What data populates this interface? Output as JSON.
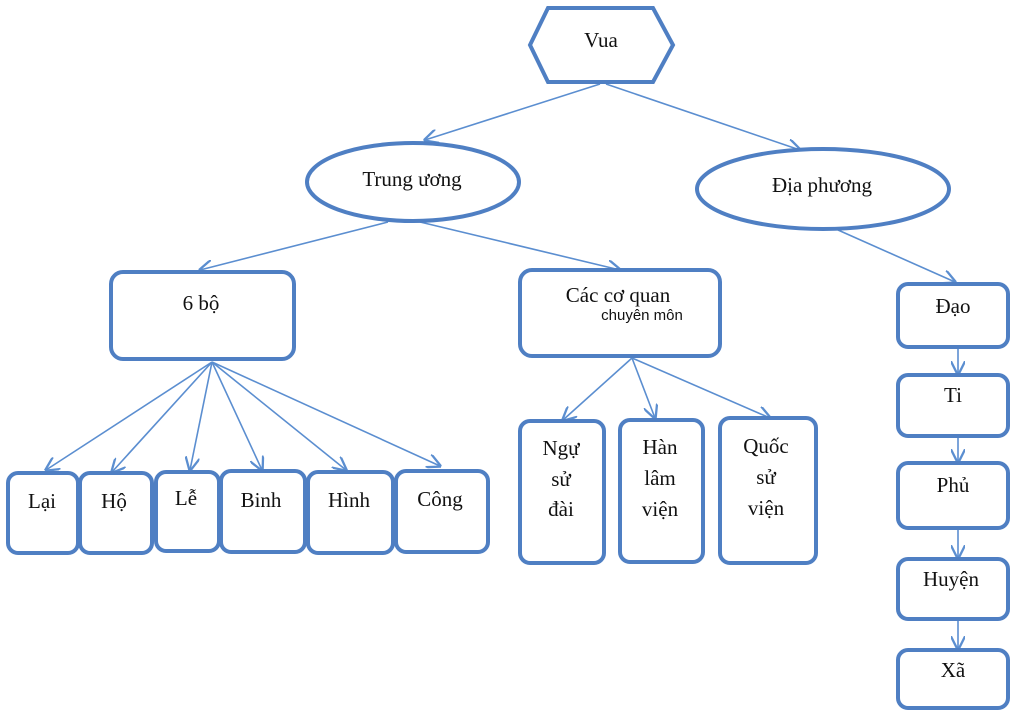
{
  "colors": {
    "stroke": "#4F7FC3",
    "edge": "#5B8ED0",
    "fill": "#FFFFFF",
    "text": "#111111"
  },
  "nodes": {
    "vua": {
      "label": "Vua"
    },
    "trung_uong": {
      "label": "Trung ương"
    },
    "dia_phuong": {
      "label": "Địa phương"
    },
    "sau_bo": {
      "label": "6 bộ"
    },
    "co_quan": {
      "label": "Các cơ quan",
      "sublabel": "chuyên môn"
    },
    "lai": {
      "label": "Lại"
    },
    "ho": {
      "label": "Hộ"
    },
    "le": {
      "label": "Lễ"
    },
    "binh": {
      "label": "Binh"
    },
    "hinh": {
      "label": "Hình"
    },
    "cong": {
      "label": "Công"
    },
    "ngu_su_dai": {
      "lines": [
        "Ngự",
        "sử",
        "đài"
      ]
    },
    "han_lam_vien": {
      "lines": [
        "Hàn",
        "lâm",
        "viện"
      ]
    },
    "quoc_su_vien": {
      "lines": [
        "Quốc",
        "sử",
        "viện"
      ]
    },
    "dao": {
      "label": "Đạo"
    },
    "ti": {
      "label": "Ti"
    },
    "phu": {
      "label": "Phủ"
    },
    "huyen": {
      "label": "Huyện"
    },
    "xa": {
      "label": "Xã"
    }
  }
}
